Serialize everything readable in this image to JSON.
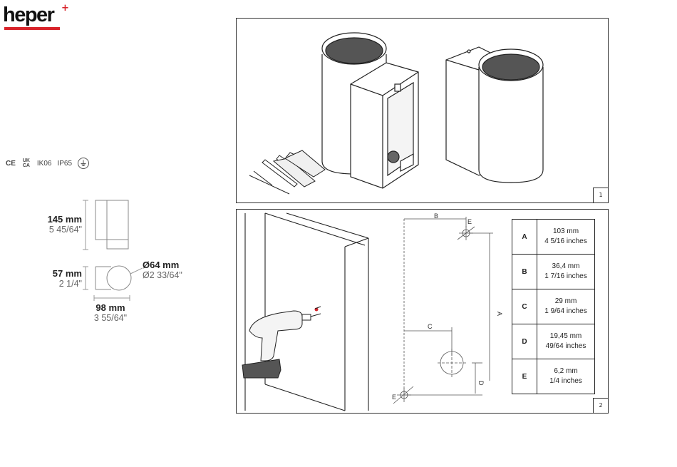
{
  "brand": {
    "name": "heper",
    "accent": "#d8232a"
  },
  "certifications": {
    "ce": "CE",
    "ukca_top": "UK",
    "ukca_bottom": "CA",
    "ik": "IK06",
    "ip": "IP65"
  },
  "dimensions": {
    "height": {
      "mm": "145 mm",
      "inch": "5 45/64\""
    },
    "depth": {
      "mm": "57 mm",
      "inch": "2 1/4\""
    },
    "diameter": {
      "mm": "Ø64 mm",
      "inch": "Ø2 33/64\""
    },
    "width": {
      "mm": "98 mm",
      "inch": "3 55/64\""
    }
  },
  "panels": [
    {
      "number": "1"
    },
    {
      "number": "2"
    }
  ],
  "drawing_labels": {
    "a": "A",
    "b": "B",
    "c": "C",
    "d": "D",
    "e1": "E",
    "e2": "E"
  },
  "spec_table": [
    {
      "key": "A",
      "mm": "103 mm",
      "inch": "4 5/16 inches"
    },
    {
      "key": "B",
      "mm": "36,4 mm",
      "inch": "1 7/16 inches"
    },
    {
      "key": "C",
      "mm": "29 mm",
      "inch": "1 9/64 inches"
    },
    {
      "key": "D",
      "mm": "19,45 mm",
      "inch": "49/64 inches"
    },
    {
      "key": "E",
      "mm": "6,2 mm",
      "inch": "1/4 inches"
    }
  ]
}
